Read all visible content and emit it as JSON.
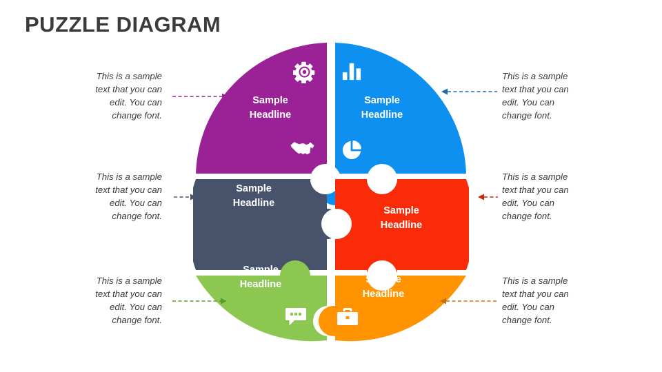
{
  "title": "PUZZLE DIAGRAM",
  "colors": {
    "purple": "#9B2197",
    "blue": "#0D90F0",
    "slate": "#46536B",
    "red": "#FA2B09",
    "green": "#8CC751",
    "orange": "#FF9400",
    "title": "#3b3b3b",
    "body_text": "#3a3a3a",
    "background": "#ffffff"
  },
  "pieces": [
    {
      "id": "top-left",
      "headline_line1": "Sample",
      "headline_line2": "Headline",
      "icon": "gear-icon",
      "color": "#9B2197"
    },
    {
      "id": "top-right",
      "headline_line1": "Sample",
      "headline_line2": "Headline",
      "icon": "bar-chart-icon",
      "color": "#0D90F0"
    },
    {
      "id": "middle-left",
      "headline_line1": "Sample",
      "headline_line2": "Headline",
      "icon": "handshake-icon",
      "color": "#46536B"
    },
    {
      "id": "middle-right",
      "headline_line1": "Sample",
      "headline_line2": "Headline",
      "icon": "pie-chart-icon",
      "color": "#FA2B09"
    },
    {
      "id": "bottom-left",
      "headline_line1": "Sample",
      "headline_line2": "Headline",
      "icon": "chat-bubble-icon",
      "color": "#8CC751"
    },
    {
      "id": "bottom-right",
      "headline_line1": "Sample",
      "headline_line2": "Headline",
      "icon": "briefcase-icon",
      "color": "#FF9400"
    }
  ],
  "callouts": [
    {
      "id": "left-1",
      "line1": "This is a sample",
      "line2": "text that you can",
      "line3": "edit. You can",
      "line4": "change font.",
      "arrow_color": "#9B2197",
      "arrow_direction": "right"
    },
    {
      "id": "left-2",
      "line1": "This is a sample",
      "line2": "text that you can",
      "line3": "edit. You can",
      "line4": "change font.",
      "arrow_color": "#46536B",
      "arrow_direction": "right"
    },
    {
      "id": "left-3",
      "line1": "This is a sample",
      "line2": "text that you can",
      "line3": "edit. You can",
      "line4": "change font.",
      "arrow_color": "#5B9A2C",
      "arrow_direction": "right"
    },
    {
      "id": "right-1",
      "line1": "This is a sample",
      "line2": "text that you can",
      "line3": "edit. You can",
      "line4": "change font.",
      "arrow_color": "#1C6BB0",
      "arrow_direction": "left"
    },
    {
      "id": "right-2",
      "line1": "This is a sample",
      "line2": "text that you can",
      "line3": "edit. You can",
      "line4": "change font.",
      "arrow_color": "#D32208",
      "arrow_direction": "left"
    },
    {
      "id": "right-3",
      "line1": "This is a sample",
      "line2": "text that you can",
      "line3": "edit. You can",
      "line4": "change font.",
      "arrow_color": "#C07010",
      "arrow_direction": "left"
    }
  ]
}
